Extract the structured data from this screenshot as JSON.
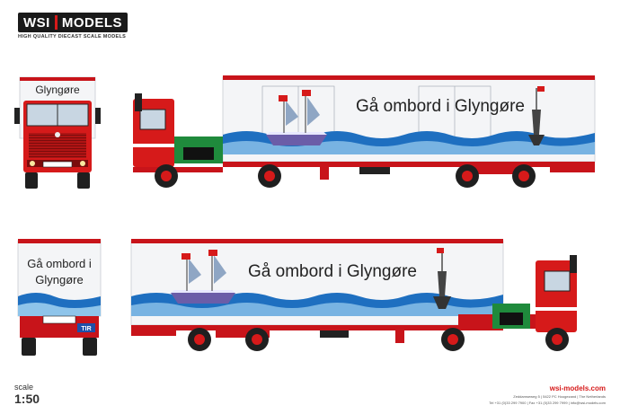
{
  "brand": {
    "logo_left": "WSI",
    "logo_right": "MODELS",
    "tagline": "HIGH QUALITY DIECAST SCALE MODELS"
  },
  "scale": {
    "word": "scale",
    "value": "1:50"
  },
  "trailer": {
    "slogan": "Gå ombord i Glyngøre",
    "rear_line1": "Gå ombord i",
    "rear_line2": "Glyngøre",
    "front_top": "Glyngøre"
  },
  "cab": {
    "badge": "TIR"
  },
  "footer": {
    "url": "wsi-models.com",
    "address": "Zeddamseweg 5  |  5422 PC Hoogezand  |  The Netherlands",
    "contact": "Tel +31 (0)33 299 7900  |  Fax +31 (0)33 299 7999  |  info@wsi-models.com"
  },
  "colors": {
    "body_red": "#d61a1a",
    "dark_red": "#a81010",
    "sea_blue": "#1e6fc0",
    "light_blue": "#8ec4ea",
    "trailer_white": "#f4f5f7",
    "chassis_red": "#c8141a",
    "tyre": "#1f1f1f"
  }
}
